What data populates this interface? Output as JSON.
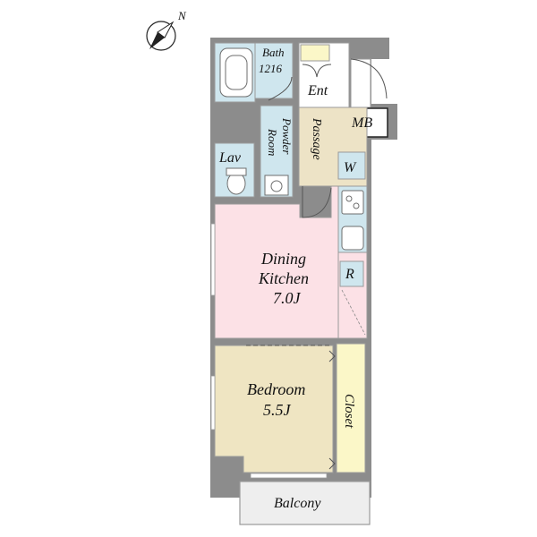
{
  "compass": {
    "label": "N",
    "icon": "north-arrow-icon"
  },
  "rooms": {
    "bath": {
      "name": "Bath",
      "size": "1216"
    },
    "entrance": {
      "name": "Ent"
    },
    "meter_box": {
      "name": "MB"
    },
    "powder_room": {
      "name": "Powder Room",
      "line1": "Powder",
      "line2": "Room"
    },
    "passage": {
      "name": "Passage"
    },
    "lavatory": {
      "name": "Lav"
    },
    "washer": {
      "name": "W"
    },
    "dining_kitchen": {
      "line1": "Dining",
      "line2": "Kitchen",
      "size": "7.0J"
    },
    "refrigerator": {
      "name": "R"
    },
    "bedroom": {
      "name": "Bedroom",
      "size": "5.5J"
    },
    "closet": {
      "name": "Closet"
    },
    "balcony": {
      "name": "Balcony"
    }
  },
  "colors": {
    "wall": "#8c8c8c",
    "wet_area": "#cfe6ee",
    "entrance": "#fbf7c8",
    "passage": "#ede3c6",
    "dining_kitchen": "#fce1e6",
    "bedroom": "#efe5c2",
    "closet": "#fbf7c8",
    "balcony": "#eeeeee"
  }
}
